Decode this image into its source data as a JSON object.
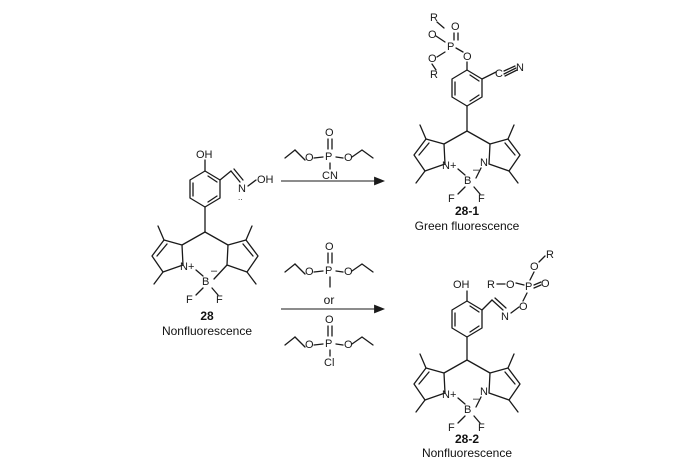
{
  "compounds": {
    "start": {
      "id": "28",
      "caption": "Nonfluorescence"
    },
    "product1": {
      "id": "28-1",
      "caption": "Green fluorescence"
    },
    "product2": {
      "id": "28-2",
      "caption": "Nonfluorescence"
    }
  },
  "reagents": {
    "top_label": "CN",
    "bottom_connector": "or",
    "bottom_cl": "Cl"
  },
  "atoms": {
    "o": "O",
    "oh": "OH",
    "n": "N",
    "n_plus": "N+",
    "b": "B",
    "b_minus": "–",
    "f": "F",
    "p": "P",
    "r": "R",
    "cn_n": "N"
  }
}
